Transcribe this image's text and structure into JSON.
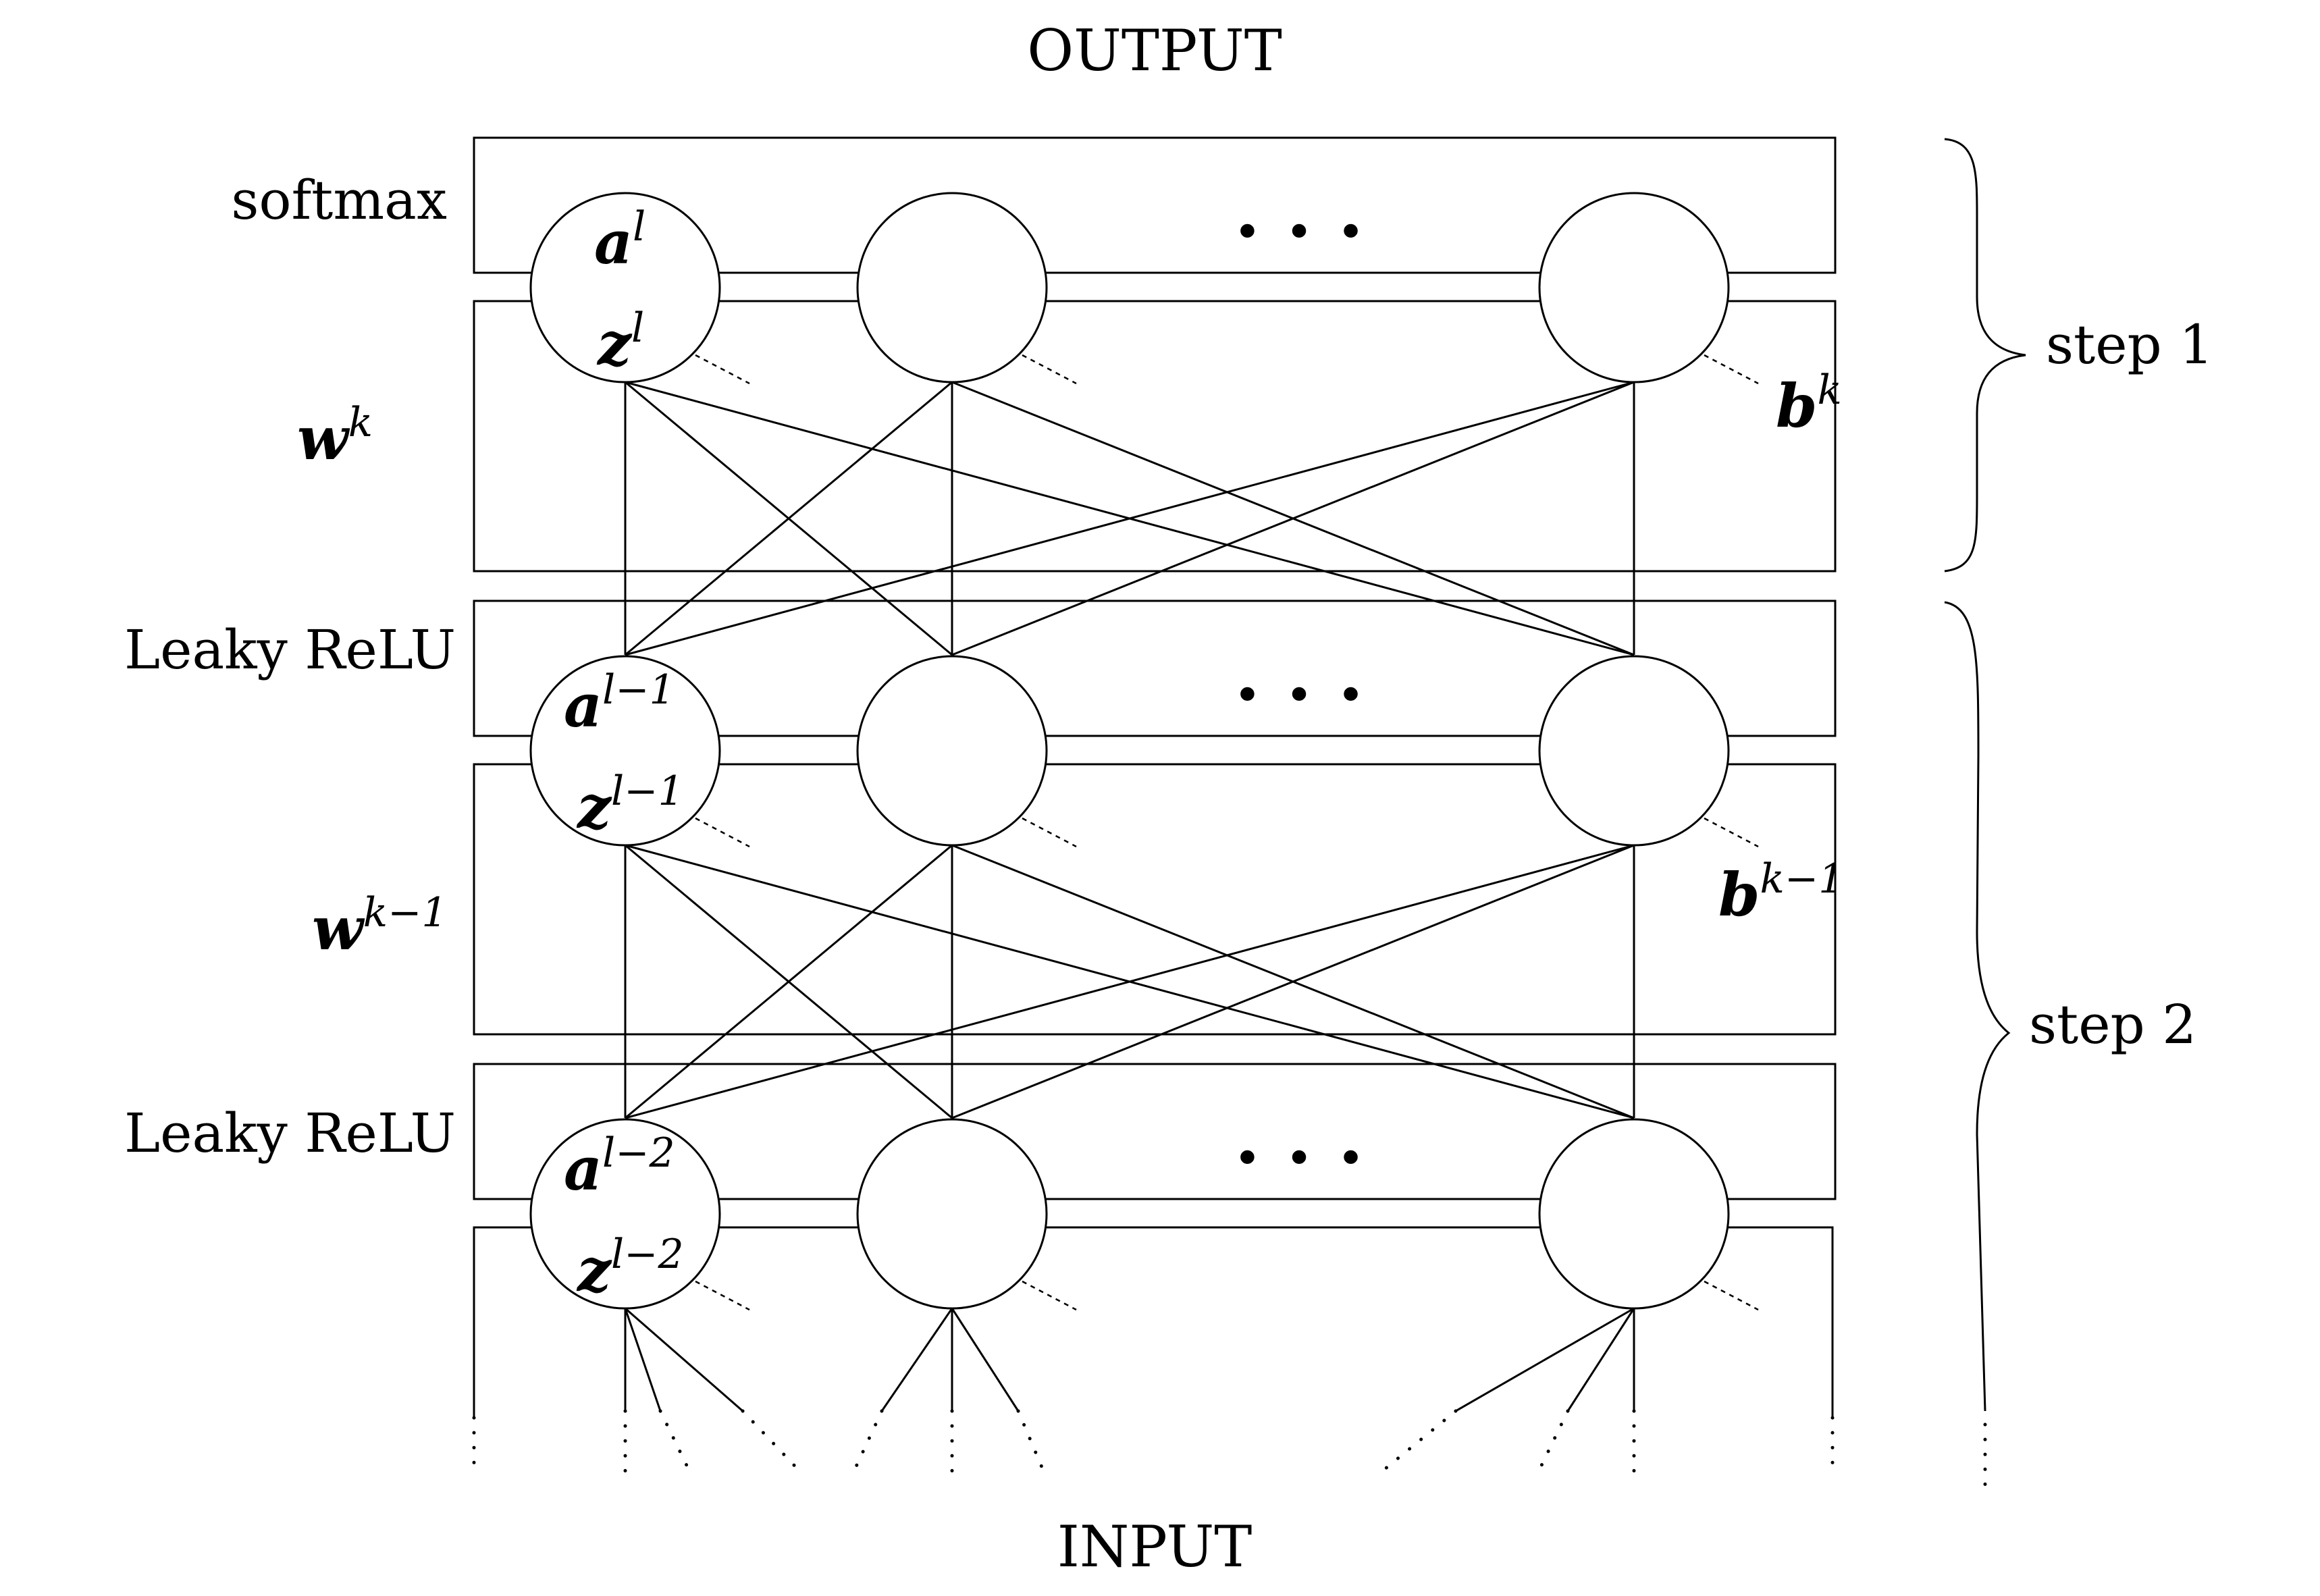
{
  "labels": {
    "output": "OUTPUT",
    "input": "INPUT",
    "step1": "step 1",
    "step2": "step 2",
    "softmax": "softmax",
    "leaky1": "Leaky ReLU",
    "leaky2": "Leaky ReLU",
    "ellipsis": "· · ·"
  },
  "math": {
    "a_l": {
      "base": "a",
      "sup": "l"
    },
    "z_l": {
      "base": "z",
      "sup": "l"
    },
    "a_l1": {
      "base": "a",
      "sup": "l−1"
    },
    "z_l1": {
      "base": "z",
      "sup": "l−1"
    },
    "a_l2": {
      "base": "a",
      "sup": "l−2"
    },
    "z_l2": {
      "base": "z",
      "sup": "l−2"
    },
    "w_k": {
      "base": "w",
      "sup": "k"
    },
    "w_k1": {
      "base": "w",
      "sup": "k−1"
    },
    "b_k": {
      "base": "b",
      "sup": "k"
    },
    "b_k1": {
      "base": "b",
      "sup": "k−1"
    }
  }
}
